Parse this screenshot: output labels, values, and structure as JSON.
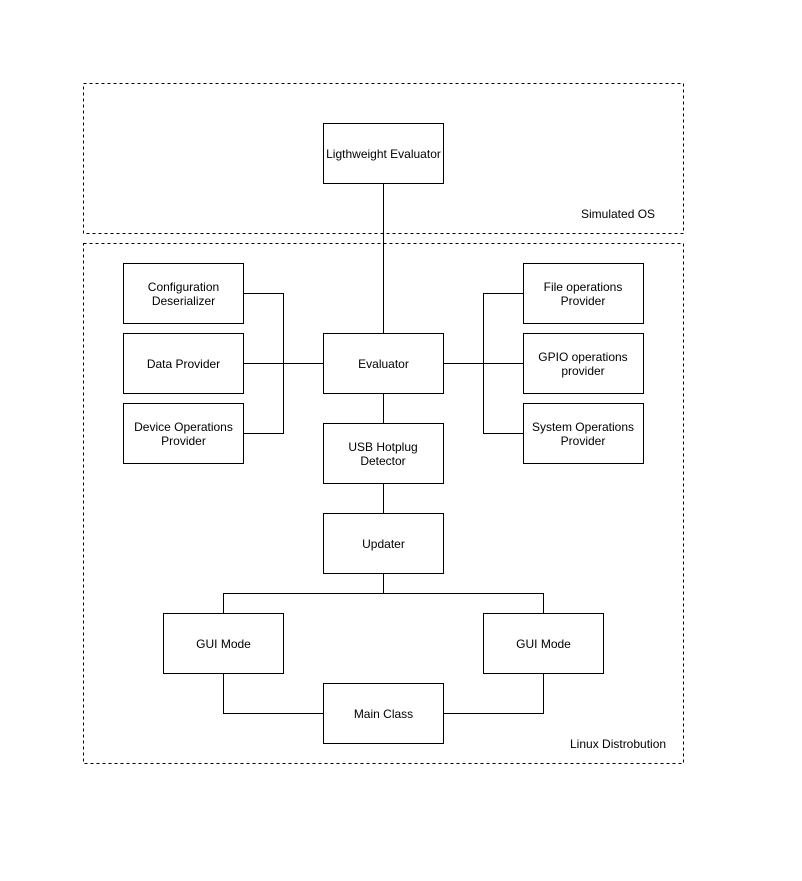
{
  "regions": {
    "simulated_os": "Simulated OS",
    "linux": "Linux Distrobution"
  },
  "nodes": {
    "lightweight_evaluator": "Ligthweight Evaluator",
    "config_deserializer": "Configuration Deserializer",
    "data_provider": "Data Provider",
    "device_ops_provider": "Device Operations Provider",
    "evaluator": "Evaluator",
    "file_ops_provider": "File operations Provider",
    "gpio_ops_provider": "GPIO operations provider",
    "system_ops_provider": "System Operations Provider",
    "usb_hotplug": "USB Hotplug Detector",
    "updater": "Updater",
    "gui_mode_left": "GUI Mode",
    "gui_mode_right": "GUI Mode",
    "main_class": "Main Class"
  }
}
